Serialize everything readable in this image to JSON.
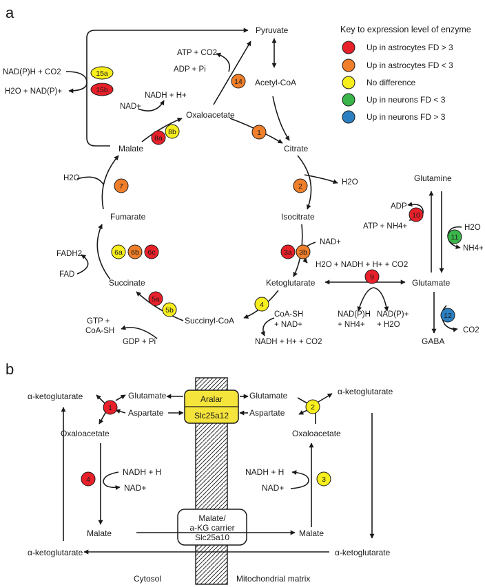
{
  "colors": {
    "red": "#e8202a",
    "orange": "#ef7f2a",
    "yellow": "#f7ee1d",
    "green": "#3ab54a",
    "blue": "#2c7fc1",
    "membrane_box": "#f5e43c"
  },
  "panel_a": {
    "letter": "a",
    "key": {
      "title": "Key to expression level of enzyme",
      "items": [
        {
          "label": "Up in astrocytes FD > 3",
          "color": "red"
        },
        {
          "label": "Up in astrocytes FD < 3",
          "color": "orange"
        },
        {
          "label": "No difference",
          "color": "yellow"
        },
        {
          "label": "Up in neurons FD < 3",
          "color": "green"
        },
        {
          "label": "Up in neurons FD > 3",
          "color": "blue"
        }
      ]
    },
    "metabolites": {
      "pyruvate": "Pyruvate",
      "acetyl_coa": "Acetyl-CoA",
      "oxaloacetate": "Oxaloacetate",
      "citrate": "Citrate",
      "malate": "Malate",
      "isocitrate": "Isocitrate",
      "fumarate": "Fumarate",
      "ketoglutarate": "Ketoglutarate",
      "succinate": "Succinate",
      "succinyl_coa": "Succinyl-CoA",
      "glutamine": "Glutamine",
      "glutamate": "Glutamate",
      "gaba": "GABA"
    },
    "cofactors": {
      "nadph_co2": "NAD(P)H + CO2",
      "h2o_nadp": "H2O + NAD(P)+",
      "atp_co2": "ATP + CO2",
      "adp_pi": "ADP + Pi",
      "nadh_h": "NADH + H+",
      "nad": "NAD+",
      "h2o_fum": "H2O",
      "h2o_cit": "H2O",
      "nad_ket": "NAD+",
      "ket_products": "H2O + NADH + H+ + CO2",
      "fadh2": "FADH2",
      "fad": "FAD",
      "gtp_coash": [
        "GTP +",
        "CoA-SH"
      ],
      "gdp_pi": "GDP + Pi",
      "coash_nad": [
        "CoA-SH",
        "+ NAD+"
      ],
      "nadh_co2": "NADH + H+ + CO2",
      "nadph_nh4": [
        "NAD(P)H",
        "+ NH4+"
      ],
      "nadp_h2o": [
        "NAD(P)+",
        "+ H2O"
      ],
      "adp": "ADP",
      "atp_nh4": "ATP + NH4+",
      "h2o_gln": "H2O",
      "nh4": "NH4+",
      "co2": "CO2"
    },
    "enzymes": [
      {
        "id": "15a",
        "color": "yellow"
      },
      {
        "id": "15b",
        "color": "red"
      },
      {
        "id": "14",
        "color": "orange"
      },
      {
        "id": "8a",
        "color": "red"
      },
      {
        "id": "8b",
        "color": "yellow"
      },
      {
        "id": "1",
        "color": "orange"
      },
      {
        "id": "7",
        "color": "orange"
      },
      {
        "id": "2",
        "color": "orange"
      },
      {
        "id": "6a",
        "color": "yellow"
      },
      {
        "id": "6b",
        "color": "orange"
      },
      {
        "id": "6c",
        "color": "red"
      },
      {
        "id": "3a",
        "color": "red"
      },
      {
        "id": "3b",
        "color": "orange"
      },
      {
        "id": "5a",
        "color": "red"
      },
      {
        "id": "5b",
        "color": "yellow"
      },
      {
        "id": "4",
        "color": "yellow"
      },
      {
        "id": "9",
        "color": "red"
      },
      {
        "id": "10",
        "color": "red"
      },
      {
        "id": "11",
        "color": "green"
      },
      {
        "id": "12",
        "color": "blue"
      }
    ]
  },
  "panel_b": {
    "letter": "b",
    "left": {
      "akg_top": "α-ketoglutarate",
      "glutamate": "Glutamate",
      "aspartate": "Aspartate",
      "oxaloacetate": "Oxaloacetate",
      "nadh_h": "NADH + H",
      "nad": "NAD+",
      "malate": "Malate",
      "akg_bottom": "α-ketoglutarate"
    },
    "right": {
      "akg_top": "α-ketoglutarate",
      "glutamate": "Glutamate",
      "aspartate": "Aspartate",
      "oxaloacetate": "Oxaloacetate",
      "nadh_h": "NADH + H",
      "nad": "NAD+",
      "malate": "Malate",
      "akg_bottom": "α-ketoglutarate"
    },
    "enzymes": [
      {
        "id": "1",
        "color": "red"
      },
      {
        "id": "2",
        "color": "yellow"
      },
      {
        "id": "3",
        "color": "yellow"
      },
      {
        "id": "4",
        "color": "red"
      }
    ],
    "aralar": [
      "Aralar",
      "Slc25a12"
    ],
    "carrier": [
      "Malate/",
      "a-KG carrier",
      "Slc25a10"
    ],
    "cytosol": "Cytosol",
    "matrix": "Mitochondrial matrix"
  }
}
